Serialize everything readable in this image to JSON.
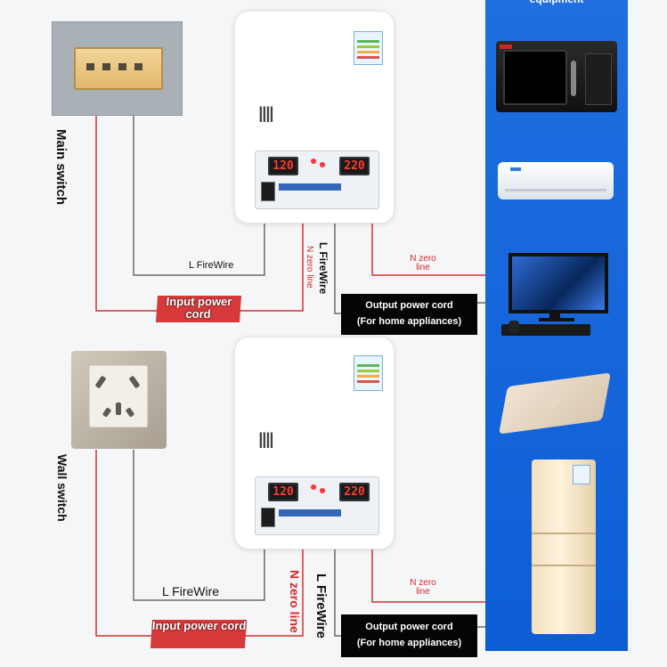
{
  "diagram": {
    "right_panel": {
      "title": "equipment",
      "appliances": [
        {
          "name": "microwave-icon"
        },
        {
          "name": "air-conditioner-icon"
        },
        {
          "name": "computer-monitor-icon"
        },
        {
          "name": "laptop-icon"
        },
        {
          "name": "refrigerator-icon"
        }
      ]
    },
    "top": {
      "source_label": "Main switch",
      "l_firewire_h": "L FireWire",
      "n_zero_v": "N zero line",
      "l_firewire_v": "L FireWire",
      "n_zero_right": "N zero line",
      "input_cord": "Input power cord",
      "output_line1": "Output power cord",
      "output_line2": "(For home appliances)",
      "led_left": "120",
      "led_right": "220"
    },
    "bottom": {
      "source_label": "Wall switch",
      "l_firewire_h": "L FireWire",
      "n_zero_v": "N zero line",
      "l_firewire_v": "L FireWire",
      "n_zero_right": "N zero line",
      "input_cord": "Input power cord",
      "output_line1": "Output power cord",
      "output_line2": "(For home appliances)",
      "led_left": "120",
      "led_right": "220"
    },
    "colors": {
      "wire_gray": "#6b6b6b",
      "wire_red": "#d13434",
      "panel_blue": "#1565dc",
      "led_red": "#ff3b2f"
    }
  }
}
